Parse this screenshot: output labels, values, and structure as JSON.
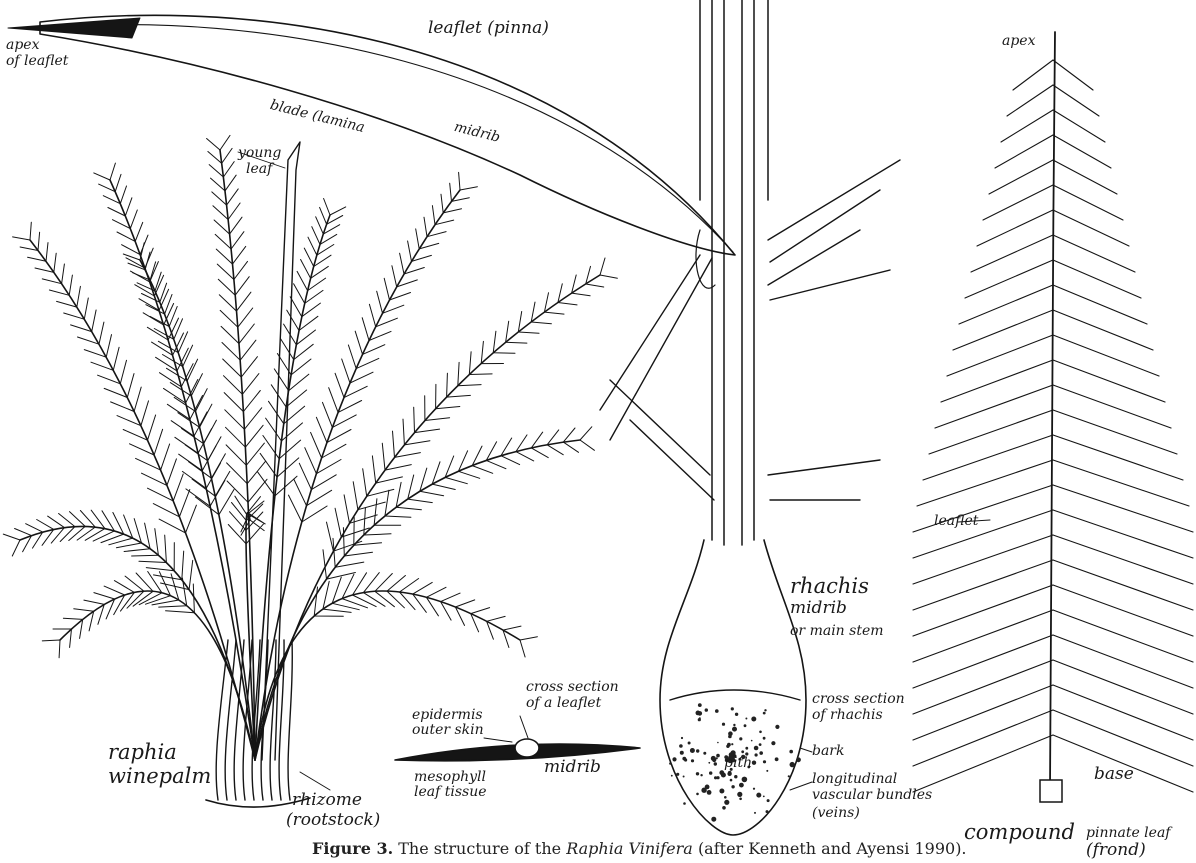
{
  "labels": {
    "apex_of_leaflet_1": "apex",
    "apex_of_leaflet_2": "of leaflet",
    "leaflet_pinna": "leaflet (pinna)",
    "blade": "blade (lamina",
    "midrib_top": "midrib",
    "young_leaf_1": "young",
    "young_leaf_2": "leaf",
    "apex_frond": "apex",
    "leaflet_frond": "leaflet",
    "rhachis_1": "rhachis",
    "rhachis_2": "midrib",
    "rhachis_3": "or main stem",
    "cross_section_leaflet_1": "cross section",
    "cross_section_leaflet_2": "of a leaflet",
    "epidermis_1": "epidermis",
    "epidermis_2": "outer skin",
    "mesophyll_1": "mesophyll",
    "mesophyll_2": "leaf tissue",
    "midrib_section": "midrib",
    "cross_section_rhachis_1": "cross section",
    "cross_section_rhachis_2": "of rhachis",
    "pith": "pith",
    "bark": "bark",
    "vascular_1": "longitudinal",
    "vascular_2": "vascular bundles",
    "vascular_3": "(veins)",
    "raphia_1": "raphia",
    "raphia_2": "winepalm",
    "rhizome_1": "rhizome",
    "rhizome_2": "(rootstock)",
    "base": "base",
    "compound": "compound",
    "pinnate_leaf": "pinnate leaf",
    "frond": "(frond)"
  },
  "caption": {
    "figure": "Figure 3.",
    "text_1": "The structure of the",
    "taxon": "Raphia Vinifera",
    "text_2": "(after Kenneth and Ayensi 1990)."
  }
}
